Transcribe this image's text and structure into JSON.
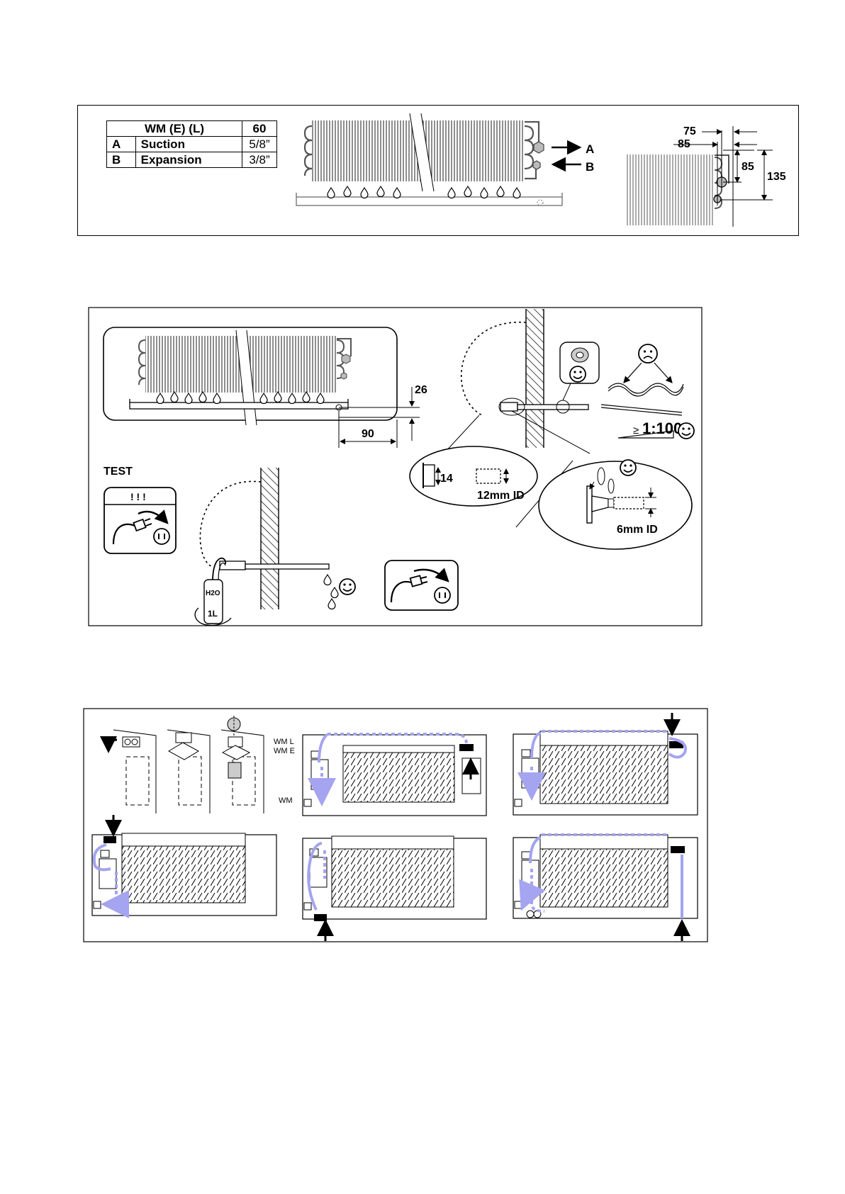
{
  "spec_table": {
    "header": {
      "model": "WM (E) (L)",
      "size": "60"
    },
    "rows": [
      {
        "code": "A",
        "name": "Suction",
        "value": "5/8”"
      },
      {
        "code": "B",
        "name": "Expansion",
        "value": "3/8”"
      }
    ]
  },
  "connections": {
    "a_label": "A",
    "b_label": "B"
  },
  "side_dims": {
    "d75": "75",
    "d85_h": "85",
    "d85_v": "85",
    "d135": "135"
  },
  "drain": {
    "d26": "26",
    "d90": "90",
    "slope": "1:100",
    "slope_prefix": "≥",
    "d14": "14",
    "hose_12": "12mm ID",
    "hose_6": "6mm ID",
    "test_label": "TEST",
    "warning": "! ! !",
    "h2o": "H2O",
    "liters": "1L"
  },
  "wiring": {
    "label_wml": "WM L",
    "label_wme": "WM E",
    "label_wm": "WM",
    "accent": "#a4a4f0"
  }
}
